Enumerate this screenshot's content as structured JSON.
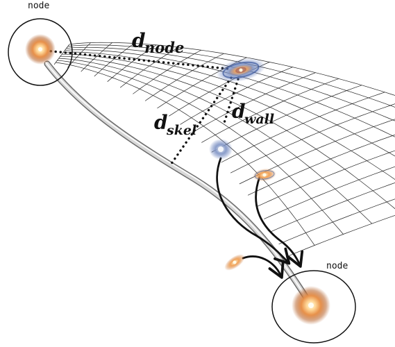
{
  "labels": {
    "node_top": "node",
    "node_bottom": "node",
    "d_node": {
      "main": "d",
      "sub": "node"
    },
    "d_skel": {
      "main": "d",
      "sub": "skel"
    },
    "d_wall": {
      "main": "d",
      "sub": "wall"
    }
  },
  "colors": {
    "ink": "#111111",
    "galaxy_core": "#fff3c8",
    "galaxy_mid": "#f0a050",
    "galaxy_edge": "#c86a2a",
    "spiral_blue": "#5a74b8",
    "filament_light": "#eeeeee",
    "filament_dark": "#8a8a8a"
  }
}
